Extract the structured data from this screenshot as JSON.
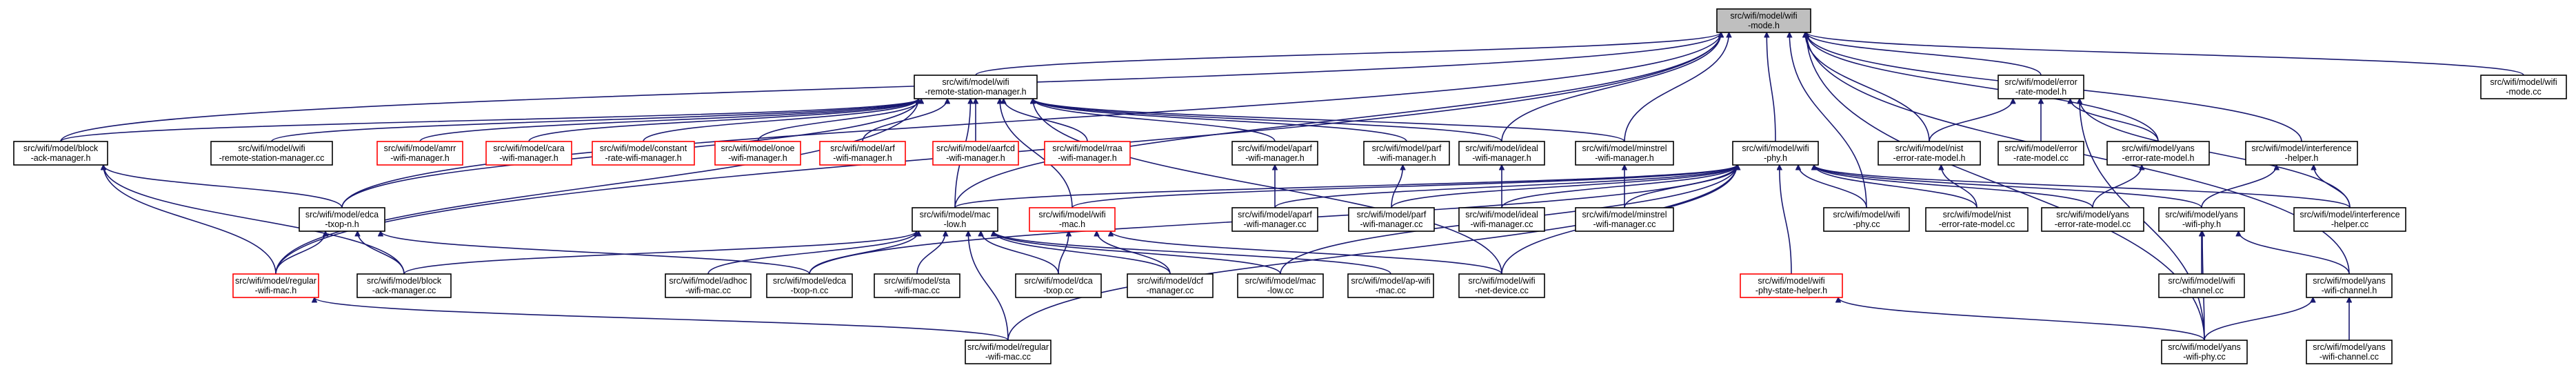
{
  "graph": {
    "title": "",
    "nodes": [
      {
        "id": "root",
        "lines": [
          "src/wifi/model/wifi",
          "-mode.h"
        ],
        "style": "root"
      },
      {
        "id": "rsm_h",
        "lines": [
          "src/wifi/model/wifi",
          "-remote-station-manager.h"
        ],
        "style": "normal"
      },
      {
        "id": "errmodel_h",
        "lines": [
          "src/wifi/model/error",
          "-rate-model.h"
        ],
        "style": "normal"
      },
      {
        "id": "mode_cc",
        "lines": [
          "src/wifi/model/wifi",
          "-mode.cc"
        ],
        "style": "normal"
      },
      {
        "id": "blockack_h",
        "lines": [
          "src/wifi/model/block",
          "-ack-manager.h"
        ],
        "style": "normal"
      },
      {
        "id": "rsm_cc",
        "lines": [
          "src/wifi/model/wifi",
          "-remote-station-manager.cc"
        ],
        "style": "normal"
      },
      {
        "id": "amrr_h",
        "lines": [
          "src/wifi/model/amrr",
          "-wifi-manager.h"
        ],
        "style": "missing"
      },
      {
        "id": "cara_h",
        "lines": [
          "src/wifi/model/cara",
          "-wifi-manager.h"
        ],
        "style": "missing"
      },
      {
        "id": "constant_h",
        "lines": [
          "src/wifi/model/constant",
          "-rate-wifi-manager.h"
        ],
        "style": "missing"
      },
      {
        "id": "onoe_h",
        "lines": [
          "src/wifi/model/onoe",
          "-wifi-manager.h"
        ],
        "style": "missing"
      },
      {
        "id": "arf_h",
        "lines": [
          "src/wifi/model/arf",
          "-wifi-manager.h"
        ],
        "style": "missing"
      },
      {
        "id": "aarfcd_h",
        "lines": [
          "src/wifi/model/aarfcd",
          "-wifi-manager.h"
        ],
        "style": "missing"
      },
      {
        "id": "rraa_h",
        "lines": [
          "src/wifi/model/rraa",
          "-wifi-manager.h"
        ],
        "style": "missing"
      },
      {
        "id": "aparf_h",
        "lines": [
          "src/wifi/model/aparf",
          "-wifi-manager.h"
        ],
        "style": "normal"
      },
      {
        "id": "parf_h",
        "lines": [
          "src/wifi/model/parf",
          "-wifi-manager.h"
        ],
        "style": "normal"
      },
      {
        "id": "ideal_h",
        "lines": [
          "src/wifi/model/ideal",
          "-wifi-manager.h"
        ],
        "style": "normal"
      },
      {
        "id": "minstrel_h",
        "lines": [
          "src/wifi/model/minstrel",
          "-wifi-manager.h"
        ],
        "style": "normal"
      },
      {
        "id": "phy_h",
        "lines": [
          "src/wifi/model/wifi",
          "-phy.h"
        ],
        "style": "normal"
      },
      {
        "id": "nist_h",
        "lines": [
          "src/wifi/model/nist",
          "-error-rate-model.h"
        ],
        "style": "normal"
      },
      {
        "id": "errcc",
        "lines": [
          "src/wifi/model/error",
          "-rate-model.cc"
        ],
        "style": "normal"
      },
      {
        "id": "yanserr_h",
        "lines": [
          "src/wifi/model/yans",
          "-error-rate-model.h"
        ],
        "style": "normal"
      },
      {
        "id": "interf_h",
        "lines": [
          "src/wifi/model/interference",
          "-helper.h"
        ],
        "style": "normal"
      },
      {
        "id": "dcatxop_h",
        "lines": [
          "src/wifi/model/edca",
          "-txop-n.h"
        ],
        "style": "normal"
      },
      {
        "id": "maclow_h",
        "lines": [
          "src/wifi/model/mac",
          "-low.h"
        ],
        "style": "normal"
      },
      {
        "id": "wifimac_h",
        "lines": [
          "src/wifi/model/wifi",
          "-mac.h"
        ],
        "style": "missing"
      },
      {
        "id": "aparf_cc",
        "lines": [
          "src/wifi/model/aparf",
          "-wifi-manager.cc"
        ],
        "style": "normal"
      },
      {
        "id": "parf_cc",
        "lines": [
          "src/wifi/model/parf",
          "-wifi-manager.cc"
        ],
        "style": "normal"
      },
      {
        "id": "ideal_cc",
        "lines": [
          "src/wifi/model/ideal",
          "-wifi-manager.cc"
        ],
        "style": "normal"
      },
      {
        "id": "minstrel_cc",
        "lines": [
          "src/wifi/model/minstrel",
          "-wifi-manager.cc"
        ],
        "style": "normal"
      },
      {
        "id": "phy_cc",
        "lines": [
          "src/wifi/model/wifi",
          "-phy.cc"
        ],
        "style": "normal"
      },
      {
        "id": "nist_cc",
        "lines": [
          "src/wifi/model/nist",
          "-error-rate-model.cc"
        ],
        "style": "normal"
      },
      {
        "id": "yanserr_cc",
        "lines": [
          "src/wifi/model/yans",
          "-error-rate-model.cc"
        ],
        "style": "normal"
      },
      {
        "id": "yansphy_h",
        "lines": [
          "src/wifi/model/yans",
          "-wifi-phy.h"
        ],
        "style": "normal"
      },
      {
        "id": "interf_cc",
        "lines": [
          "src/wifi/model/interference",
          "-helper.cc"
        ],
        "style": "normal"
      },
      {
        "id": "regular_h",
        "lines": [
          "src/wifi/model/regular",
          "-wifi-mac.h"
        ],
        "style": "missing"
      },
      {
        "id": "blockack_cc",
        "lines": [
          "src/wifi/model/block",
          "-ack-manager.cc"
        ],
        "style": "normal"
      },
      {
        "id": "adhoc_cc",
        "lines": [
          "src/wifi/model/adhoc",
          "-wifi-mac.cc"
        ],
        "style": "normal"
      },
      {
        "id": "edca_cc",
        "lines": [
          "src/wifi/model/edca",
          "-txop-n.cc"
        ],
        "style": "normal"
      },
      {
        "id": "sta_cc",
        "lines": [
          "src/wifi/model/sta",
          "-wifi-mac.cc"
        ],
        "style": "normal"
      },
      {
        "id": "dca_cc",
        "lines": [
          "src/wifi/model/dca",
          "-txop.cc"
        ],
        "style": "normal"
      },
      {
        "id": "dcf_cc",
        "lines": [
          "src/wifi/model/dcf",
          "-manager.cc"
        ],
        "style": "normal"
      },
      {
        "id": "maclow_cc",
        "lines": [
          "src/wifi/model/mac",
          "-low.cc"
        ],
        "style": "normal"
      },
      {
        "id": "ap_cc",
        "lines": [
          "src/wifi/model/ap-wifi",
          "-mac.cc"
        ],
        "style": "normal"
      },
      {
        "id": "netdev_cc",
        "lines": [
          "src/wifi/model/wifi",
          "-net-device.cc"
        ],
        "style": "normal"
      },
      {
        "id": "phystate_h",
        "lines": [
          "src/wifi/model/wifi",
          "-phy-state-helper.h"
        ],
        "style": "missing"
      },
      {
        "id": "channel_cc",
        "lines": [
          "src/wifi/model/wifi",
          "-channel.cc"
        ],
        "style": "normal"
      },
      {
        "id": "yanschan_h",
        "lines": [
          "src/wifi/model/yans",
          "-wifi-channel.h"
        ],
        "style": "normal"
      },
      {
        "id": "regular_cc",
        "lines": [
          "src/wifi/model/regular",
          "-wifi-mac.cc"
        ],
        "style": "normal"
      },
      {
        "id": "yansphy_cc",
        "lines": [
          "src/wifi/model/yans",
          "-wifi-phy.cc"
        ],
        "style": "normal"
      },
      {
        "id": "yanschan_cc",
        "lines": [
          "src/wifi/model/yans",
          "-wifi-channel.cc"
        ],
        "style": "normal"
      }
    ],
    "edges": [
      [
        "rsm_h",
        "root"
      ],
      [
        "errmodel_h",
        "root"
      ],
      [
        "mode_cc",
        "root"
      ],
      [
        "blockack_h",
        "root"
      ],
      [
        "ideal_h",
        "root"
      ],
      [
        "minstrel_h",
        "root"
      ],
      [
        "phy_h",
        "root"
      ],
      [
        "nist_h",
        "root"
      ],
      [
        "yanserr_h",
        "root"
      ],
      [
        "interf_h",
        "root"
      ],
      [
        "dcatxop_h",
        "root"
      ],
      [
        "maclow_h",
        "root"
      ],
      [
        "phy_cc",
        "root"
      ],
      [
        "yansphy_cc",
        "root"
      ],
      [
        "yanschan_h",
        "root"
      ],
      [
        "regular_h",
        "root"
      ],
      [
        "blockack_h",
        "rsm_h"
      ],
      [
        "rsm_cc",
        "rsm_h"
      ],
      [
        "amrr_h",
        "rsm_h"
      ],
      [
        "cara_h",
        "rsm_h"
      ],
      [
        "constant_h",
        "rsm_h"
      ],
      [
        "onoe_h",
        "rsm_h"
      ],
      [
        "arf_h",
        "rsm_h"
      ],
      [
        "aarfcd_h",
        "rsm_h"
      ],
      [
        "rraa_h",
        "rsm_h"
      ],
      [
        "aparf_h",
        "rsm_h"
      ],
      [
        "parf_h",
        "rsm_h"
      ],
      [
        "ideal_h",
        "rsm_h"
      ],
      [
        "minstrel_h",
        "rsm_h"
      ],
      [
        "dcatxop_h",
        "rsm_h"
      ],
      [
        "maclow_h",
        "rsm_h"
      ],
      [
        "wifimac_h",
        "rsm_h"
      ],
      [
        "netdev_cc",
        "rsm_h"
      ],
      [
        "regular_h",
        "rsm_h"
      ],
      [
        "nist_h",
        "errmodel_h"
      ],
      [
        "errcc",
        "errmodel_h"
      ],
      [
        "yanserr_h",
        "errmodel_h"
      ],
      [
        "interf_cc",
        "errmodel_h"
      ],
      [
        "yansphy_cc",
        "errmodel_h"
      ],
      [
        "aparf_cc",
        "aparf_h"
      ],
      [
        "parf_cc",
        "parf_h"
      ],
      [
        "ideal_cc",
        "ideal_h"
      ],
      [
        "minstrel_cc",
        "minstrel_h"
      ],
      [
        "maclow_h",
        "phy_h"
      ],
      [
        "wifimac_h",
        "phy_h"
      ],
      [
        "aparf_cc",
        "phy_h"
      ],
      [
        "parf_cc",
        "phy_h"
      ],
      [
        "ideal_cc",
        "phy_h"
      ],
      [
        "minstrel_cc",
        "phy_h"
      ],
      [
        "phy_cc",
        "phy_h"
      ],
      [
        "nist_cc",
        "phy_h"
      ],
      [
        "yanserr_cc",
        "phy_h"
      ],
      [
        "yansphy_h",
        "phy_h"
      ],
      [
        "interf_cc",
        "phy_h"
      ],
      [
        "phystate_h",
        "phy_h"
      ],
      [
        "netdev_cc",
        "phy_h"
      ],
      [
        "edca_cc",
        "phy_h"
      ],
      [
        "maclow_cc",
        "phy_h"
      ],
      [
        "regular_cc",
        "phy_h"
      ],
      [
        "nist_cc",
        "nist_h"
      ],
      [
        "yanserr_cc",
        "yanserr_h"
      ],
      [
        "yansphy_h",
        "interf_h"
      ],
      [
        "interf_cc",
        "interf_h"
      ],
      [
        "regular_h",
        "dcatxop_h"
      ],
      [
        "blockack_cc",
        "dcatxop_h"
      ],
      [
        "edca_cc",
        "dcatxop_h"
      ],
      [
        "regular_h",
        "blockack_h"
      ],
      [
        "blockack_cc",
        "blockack_h"
      ],
      [
        "dcatxop_h",
        "blockack_h"
      ],
      [
        "blockack_cc",
        "maclow_h"
      ],
      [
        "adhoc_cc",
        "maclow_h"
      ],
      [
        "edca_cc",
        "maclow_h"
      ],
      [
        "sta_cc",
        "maclow_h"
      ],
      [
        "dca_cc",
        "maclow_h"
      ],
      [
        "dcf_cc",
        "maclow_h"
      ],
      [
        "maclow_cc",
        "maclow_h"
      ],
      [
        "ap_cc",
        "maclow_h"
      ],
      [
        "regular_cc",
        "maclow_h"
      ],
      [
        "dca_cc",
        "wifimac_h"
      ],
      [
        "dcf_cc",
        "wifimac_h"
      ],
      [
        "netdev_cc",
        "wifimac_h"
      ],
      [
        "channel_cc",
        "yansphy_h"
      ],
      [
        "yanschan_h",
        "yansphy_h"
      ],
      [
        "yansphy_cc",
        "yansphy_h"
      ],
      [
        "yansphy_cc",
        "phystate_h"
      ],
      [
        "yansphy_cc",
        "yanschan_h"
      ],
      [
        "yanschan_cc",
        "yanschan_h"
      ],
      [
        "regular_cc",
        "regular_h"
      ]
    ]
  },
  "colors": {
    "edge": "#191970",
    "missing_border": "#ff0000",
    "node_border": "#000000",
    "root_fill": "#bfbfbf"
  }
}
